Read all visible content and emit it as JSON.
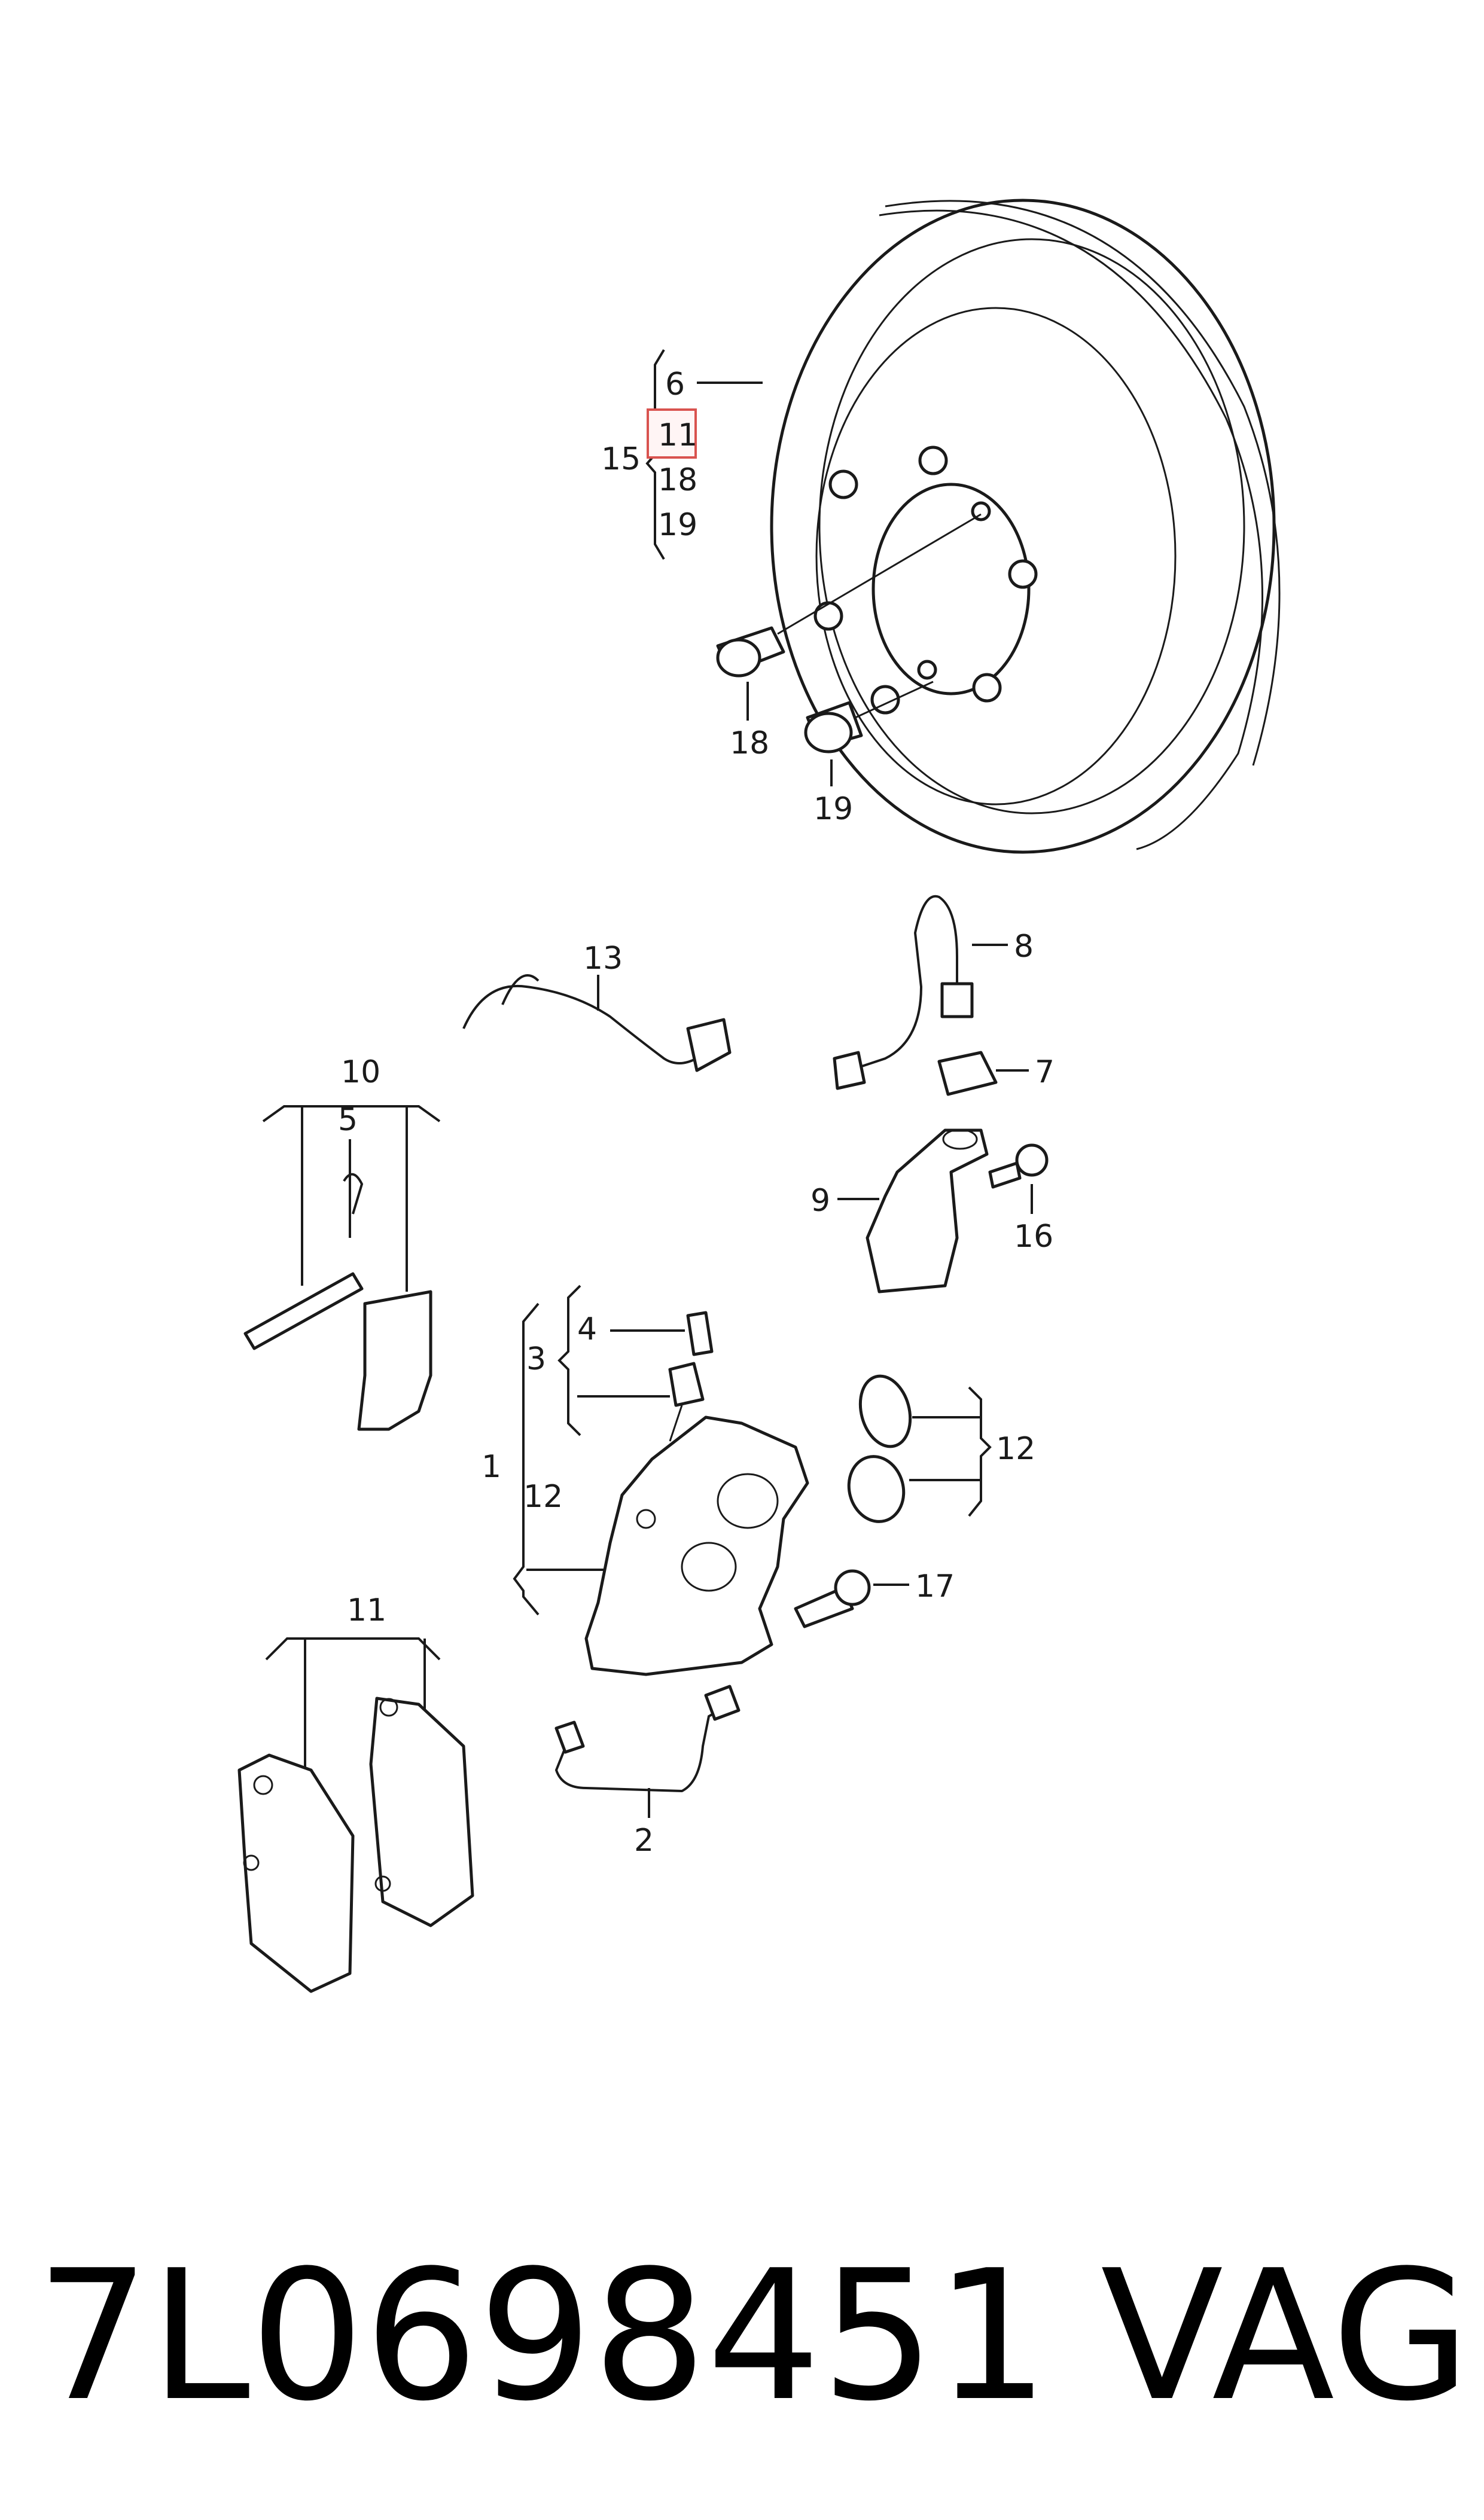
{
  "diagram": {
    "callouts": {
      "rotor": "6",
      "rotor_highlight": "11",
      "rotor_group": "15",
      "rotor_bolt": "18",
      "rotor_plug": "19",
      "bolt": "18",
      "plug": "19",
      "sensor_wire": "13",
      "brake_line_upper": "8",
      "clip": "7",
      "bracket": "9",
      "bracket_bolt": "16",
      "pad_kit_top": "10",
      "cotter_pin": "5",
      "bleed_group": "3",
      "bleed_cap": "4",
      "caliper": "1",
      "seal_kit_left": "12",
      "seal_kit_right": "12",
      "caliper_bolt": "17",
      "brake_line_lower": "2",
      "pad_set_bottom": "11"
    },
    "highlight_color": "#d9534f",
    "line_color": "#1a1a1a"
  },
  "footer": {
    "part_number": "7L0698451",
    "brand": "VAG"
  }
}
